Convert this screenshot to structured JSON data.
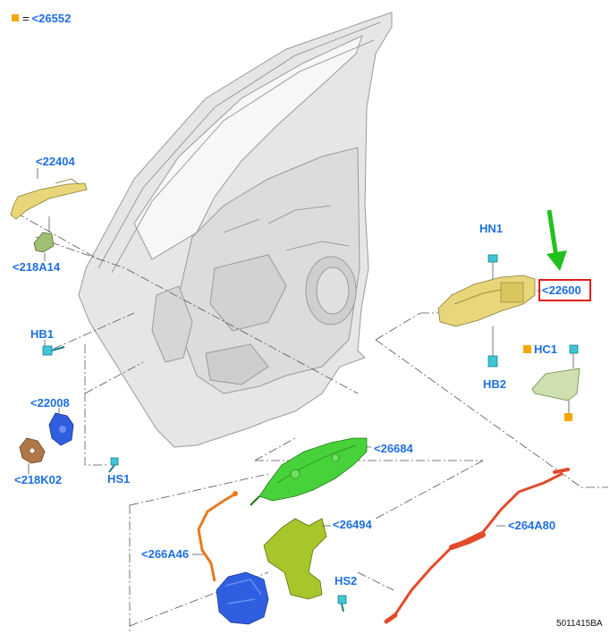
{
  "legend": {
    "symbol": "=",
    "code": "<26552",
    "color": "#f5a800"
  },
  "labels": {
    "p22404": "<22404",
    "p218A14": "<218A14",
    "pHB1": "HB1",
    "p22008": "<22008",
    "p218K02": "<218K02",
    "pHS1": "HS1",
    "pHN1": "HN1",
    "p22600": "<22600",
    "pHC1": "HC1",
    "pHB2": "HB2",
    "p26684": "<26684",
    "p26494": "<26494",
    "p266A46": "<266A46",
    "pHS2": "HS2",
    "p264A80": "<264A80"
  },
  "ref_code": "5011415BA",
  "colors": {
    "label": "#1e6fe0",
    "highlight": "#e31b1b",
    "arrow": "#22c01e",
    "door": "#e6e6e6",
    "handle_yellow": "#e8d77a",
    "handle_green": "#48d23a",
    "bracket_olive": "#a7c62a",
    "latch_blue": "#2f5fe0",
    "cable_red": "#e34a2a",
    "cable_orange": "#e87a1e",
    "gasket_brown": "#b07848",
    "clip_cyan": "#3ec6d6",
    "marker_orange": "#f5a800"
  }
}
